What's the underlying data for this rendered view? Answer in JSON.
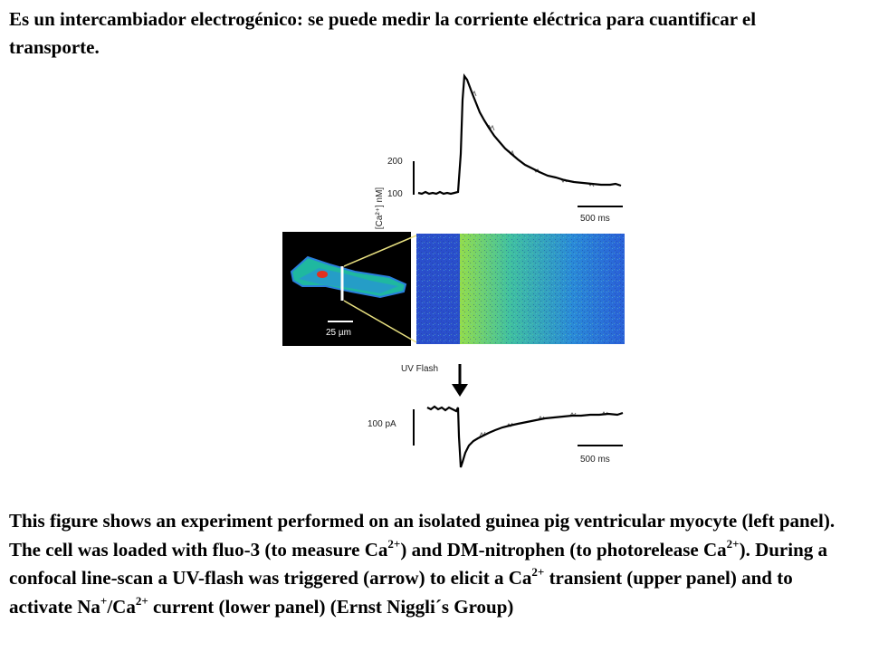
{
  "heading": "Es un intercambiador electrogénico: se puede medir la corriente eléctrica para cuantificar el transporte.",
  "figure": {
    "upper_panel": {
      "y_axis_label": "[Ca²⁺] nM]",
      "ticks": [
        "200",
        "100"
      ],
      "scale_bar_label": "500 ms"
    },
    "cell_panel": {
      "scale_bar_label": "25 µm"
    },
    "lower_panel": {
      "flash_label": "UV Flash",
      "current_scale_label": "100 pA",
      "scale_bar_label": "500 ms"
    }
  },
  "caption": {
    "t1": "This figure shows an experiment performed on an isolated guinea pig ventricular myocyte (left panel). The cell was loaded with fluo-3 (to measure Ca",
    "s1": "2+",
    "t2": ") and DM-nitrophen (to photorelease Ca",
    "s2": "2+",
    "t3": "). During a confocal line-scan a UV-flash was triggered (arrow) to elicit a Ca",
    "s3": "2+",
    "t4": " transient (upper panel) and to activate Na",
    "s4": "+",
    "t5": "/Ca",
    "s5": "2+",
    "t6": " current (lower panel) (Ernst Niggli´s Group)"
  }
}
